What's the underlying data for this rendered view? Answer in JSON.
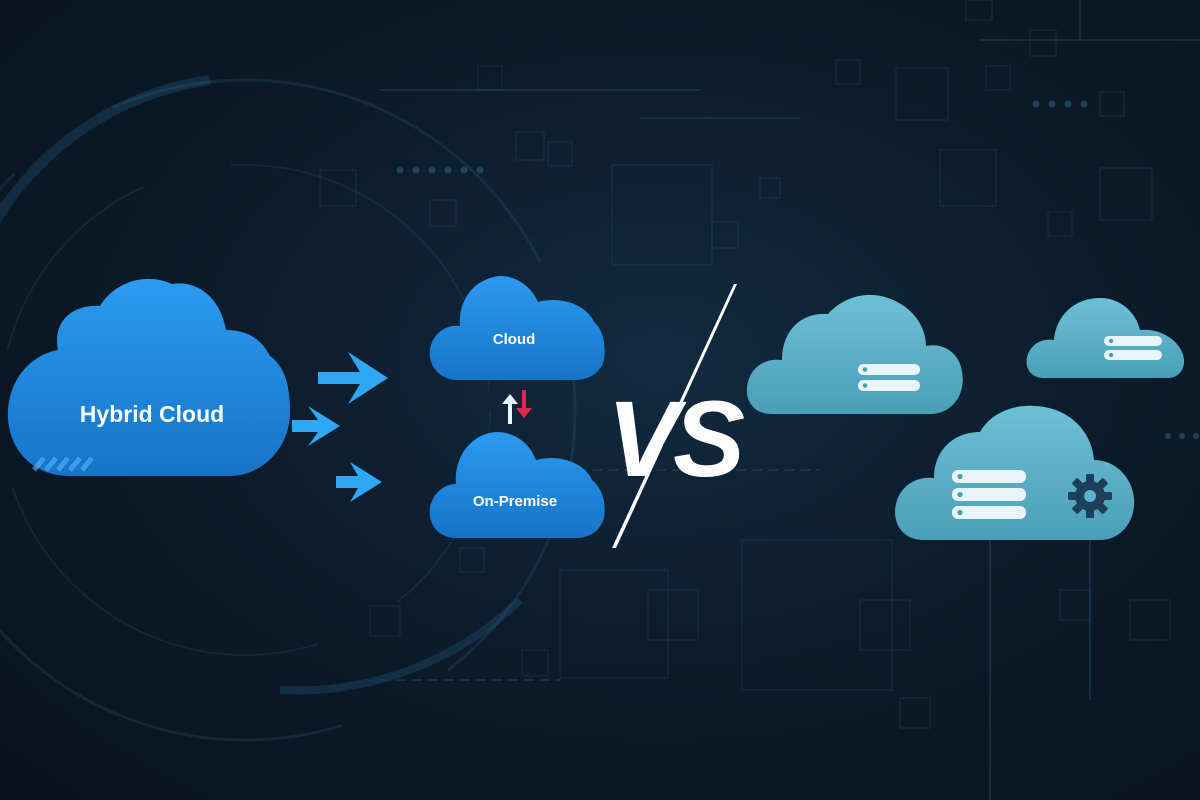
{
  "hybrid": {
    "main_label": "Hybrid Cloud",
    "cloud_label": "Cloud",
    "onprem_label": "On-Premise"
  },
  "vs": {
    "text": "VS"
  },
  "colors": {
    "background": "#0b1a28",
    "hybrid_cloud_blue": "#1f8ee6",
    "arrow_blue": "#2ea8f5",
    "multi_cloud_teal": "#5bb3cc",
    "server_white": "#e8f4f8",
    "gear": "#1d3f58",
    "down_arrow_red": "#e0284a"
  },
  "icons": [
    "server-rack-icon",
    "gear-icon",
    "arrow-right-icon",
    "arrow-up-icon",
    "arrow-down-icon"
  ]
}
